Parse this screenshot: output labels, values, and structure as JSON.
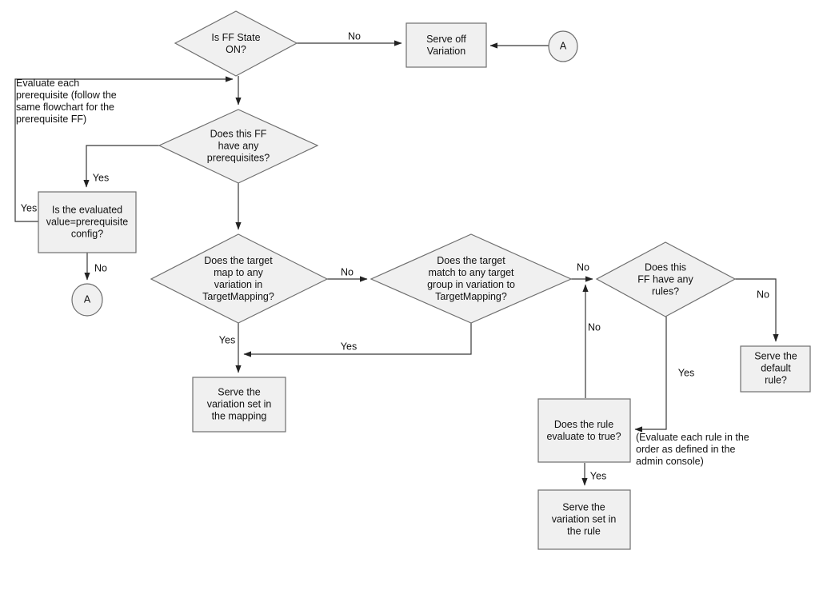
{
  "nodes": {
    "is_ff_state_on": {
      "type": "decision",
      "label": "Is FF State\nON?"
    },
    "serve_off_variation": {
      "type": "process",
      "label": "Serve off\nVariation"
    },
    "connector_a_top": {
      "type": "connector",
      "label": "A"
    },
    "has_prerequisites": {
      "type": "decision",
      "label": "Does this FF\nhave any\nprerequisites?"
    },
    "evaluated_value_matches": {
      "type": "process",
      "label": "Is the evaluated\nvalue=prerequisite\nconfig?"
    },
    "connector_a_left": {
      "type": "connector",
      "label": "A"
    },
    "target_maps_to_variation": {
      "type": "decision",
      "label": "Does the target\nmap to any\nvariation in\nTargetMapping?"
    },
    "target_matches_group": {
      "type": "decision",
      "label": "Does the target\nmatch to any target\ngroup in variation to\nTargetMapping?"
    },
    "has_rules": {
      "type": "decision",
      "label": "Does this\nFF have any\nrules?"
    },
    "serve_default_rule": {
      "type": "process",
      "label": "Serve the\ndefault rule?"
    },
    "serve_variation_mapping": {
      "type": "process",
      "label": "Serve the\nvariation set in\nthe mapping"
    },
    "rule_evaluates_true": {
      "type": "process",
      "label": "Does the rule\nevaluate to true?"
    },
    "serve_variation_rule": {
      "type": "process",
      "label": "Serve the\nvariation set in\nthe rule"
    }
  },
  "annotations": {
    "prerequisite_note": "Evaluate each\nprerequisite (follow the\nsame flowchart for the\nprerequisite FF)",
    "rule_order_note": "(Evaluate each rule in the\norder as defined in the\nadmin console)"
  },
  "edge_labels": {
    "ff_state_no": "No",
    "prereq_loop_yes": "Yes",
    "prereq_yes": "Yes",
    "evaluated_no": "No",
    "mapping_no": "No",
    "group_no": "No",
    "rule_false_no": "No",
    "rules_no": "No",
    "rules_yes": "Yes",
    "mapping_yes": "Yes",
    "group_yes": "Yes",
    "rule_true_yes": "Yes"
  },
  "colors": {
    "background": "#ffffff",
    "node_fill": "#f0f0f0",
    "node_stroke": "#6f6f6f",
    "connector_line": "#383838",
    "text": "#111111"
  }
}
